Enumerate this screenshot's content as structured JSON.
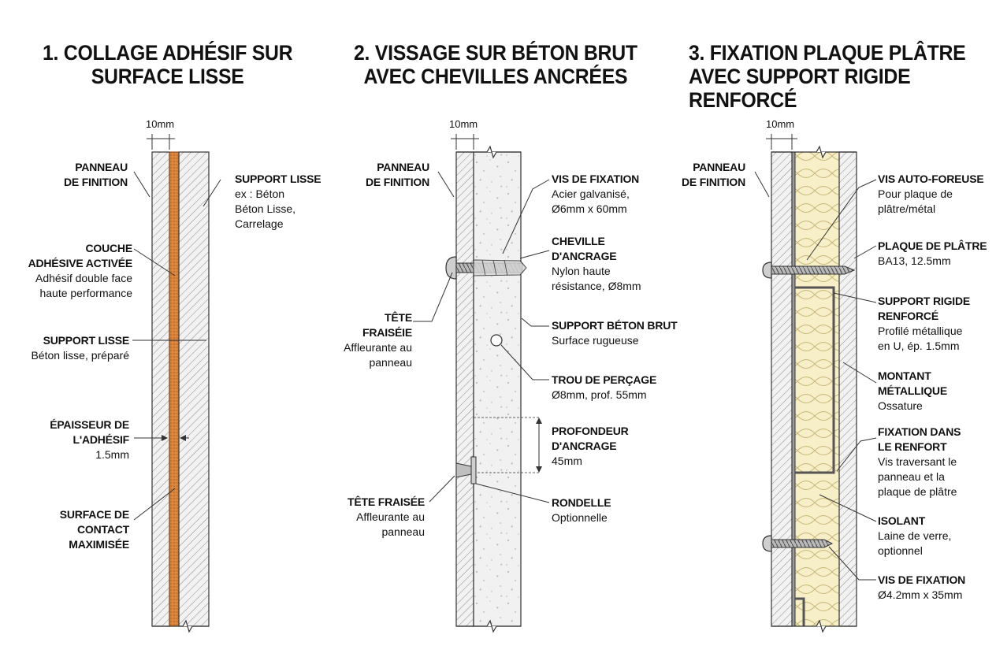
{
  "titles": {
    "d1": [
      "1. COLLAGE ADHÉSIF SUR",
      "SURFACE LISSE"
    ],
    "d2": [
      "2. VISSAGE SUR BÉTON BRUT",
      "AVEC CHEVILLES ANCRÉES"
    ],
    "d3": [
      "3. FIXATION PLAQUE PLÂTRE",
      "AVEC SUPPORT RIGIDE",
      "RENFORCÉ"
    ]
  },
  "dimension": "10mm",
  "d1": {
    "panneau": [
      "PANNEAU",
      "DE FINITION"
    ],
    "support_lisse_r": {
      "title": "SUPPORT LISSE",
      "desc": [
        "ex : Béton",
        "Béton Lisse,",
        "Carrelage"
      ]
    },
    "couche": {
      "title": [
        "COUCHE",
        "ADHÉSIVE ACTIVÉE"
      ],
      "desc": [
        "Adhésif double face",
        "haute performance"
      ]
    },
    "support_lisse_l": {
      "title": "SUPPORT LISSE",
      "desc": [
        "Béton lisse, préparé"
      ]
    },
    "epaisseur": {
      "title": [
        "ÉPAISSEUR DE",
        "L'ADHÉSIF"
      ],
      "desc": [
        "1.5mm"
      ]
    },
    "surface": {
      "title": [
        "SURFACE DE",
        "CONTACT",
        "MAXIMISÉE"
      ]
    }
  },
  "d2": {
    "panneau": [
      "PANNEAU",
      "DE FINITION"
    ],
    "vis": {
      "title": "VIS DE FIXATION",
      "desc": [
        "Acier galvanisé,",
        "Ø6mm x 60mm"
      ]
    },
    "cheville": {
      "title": [
        "CHEVILLE",
        "D'ANCRAGE"
      ],
      "desc": [
        "Nylon haute",
        "résistance, Ø8mm"
      ]
    },
    "tete1": {
      "title": [
        "TÊTE",
        "FRAISÉIE"
      ],
      "desc": [
        "Affleurante au",
        "panneau"
      ]
    },
    "support": {
      "title": "SUPPORT BÉTON BRUT",
      "desc": [
        "Surface rugueuse"
      ]
    },
    "trou": {
      "title": "TROU DE PERÇAGE",
      "desc": [
        "Ø8mm, prof. 55mm"
      ]
    },
    "profondeur": {
      "title": [
        "PROFONDEUR",
        "D'ANCRAGE"
      ],
      "desc": [
        "45mm"
      ]
    },
    "tete2": {
      "title": "TÊTE FRAISÉE",
      "desc": [
        "Affleurante au",
        "panneau"
      ]
    },
    "rondelle": {
      "title": "RONDELLE",
      "desc": [
        "Optionnelle"
      ]
    }
  },
  "d3": {
    "panneau": [
      "PANNEAU",
      "DE FINITION"
    ],
    "vis_auto": {
      "title": "VIS AUTO-FOREUSE",
      "desc": [
        "Pour plaque de",
        "plâtre/métal"
      ]
    },
    "plaque": {
      "title": "PLAQUE DE PLÂTRE",
      "desc": [
        "BA13, 12.5mm"
      ]
    },
    "support": {
      "title": [
        "SUPPORT RIGIDE",
        "RENFORCÉ"
      ],
      "desc": [
        "Profilé métallique",
        "en U, ép. 1.5mm"
      ]
    },
    "montant": {
      "title": [
        "MONTANT",
        "MÉTALLIQUE"
      ],
      "desc": [
        "Ossature"
      ]
    },
    "fixation": {
      "title": [
        "FIXATION DANS",
        "LE RENFORT"
      ],
      "desc": [
        "Vis traversant le",
        "panneau et la",
        "plaque de plâtre"
      ]
    },
    "isolant": {
      "title": "ISOLANT",
      "desc": [
        "Laine de verre,",
        "optionnel"
      ]
    },
    "vis_fix": {
      "title": "VIS DE FIXATION",
      "desc": [
        "Ø4.2mm x 35mm"
      ]
    }
  }
}
